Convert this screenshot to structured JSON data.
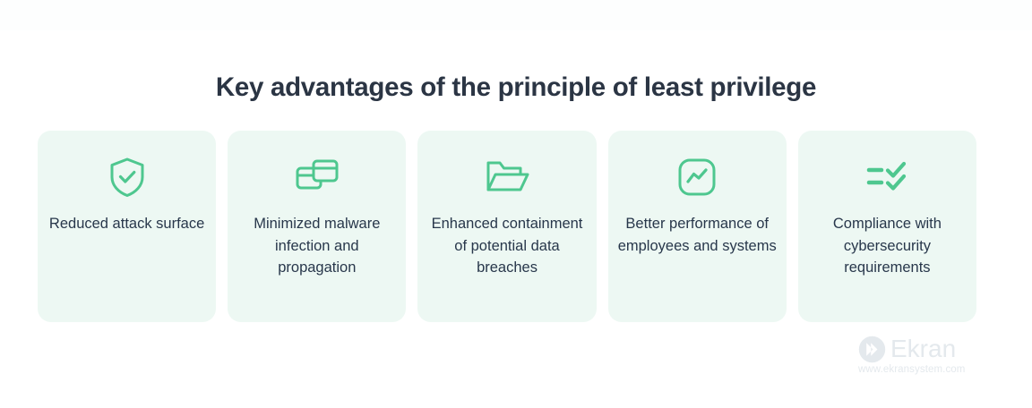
{
  "page": {
    "title": "Key advantages of the principle of least privilege",
    "background_color": "#ffffff",
    "card_background_color": "#edf8f3",
    "accent_color": "#4ec78f",
    "text_color": "#28374b",
    "title_color": "#2b3544"
  },
  "cards": [
    {
      "icon": "shield-check-icon",
      "label": "Reduced attack surface"
    },
    {
      "icon": "overlapping-windows-icon",
      "label": "Minimized malware infection and propagation"
    },
    {
      "icon": "open-folder-icon",
      "label": "Enhanced containment of potential data breaches"
    },
    {
      "icon": "performance-chart-icon",
      "label": "Better performance of employees and systems"
    },
    {
      "icon": "checklist-icon",
      "label": "Compliance with cybersecurity requirements"
    }
  ],
  "logo": {
    "mark": "ekran-chevron-circle-icon",
    "name": "Ekran",
    "url": "www.ekransystem.com",
    "color": "#e4e9ed"
  }
}
